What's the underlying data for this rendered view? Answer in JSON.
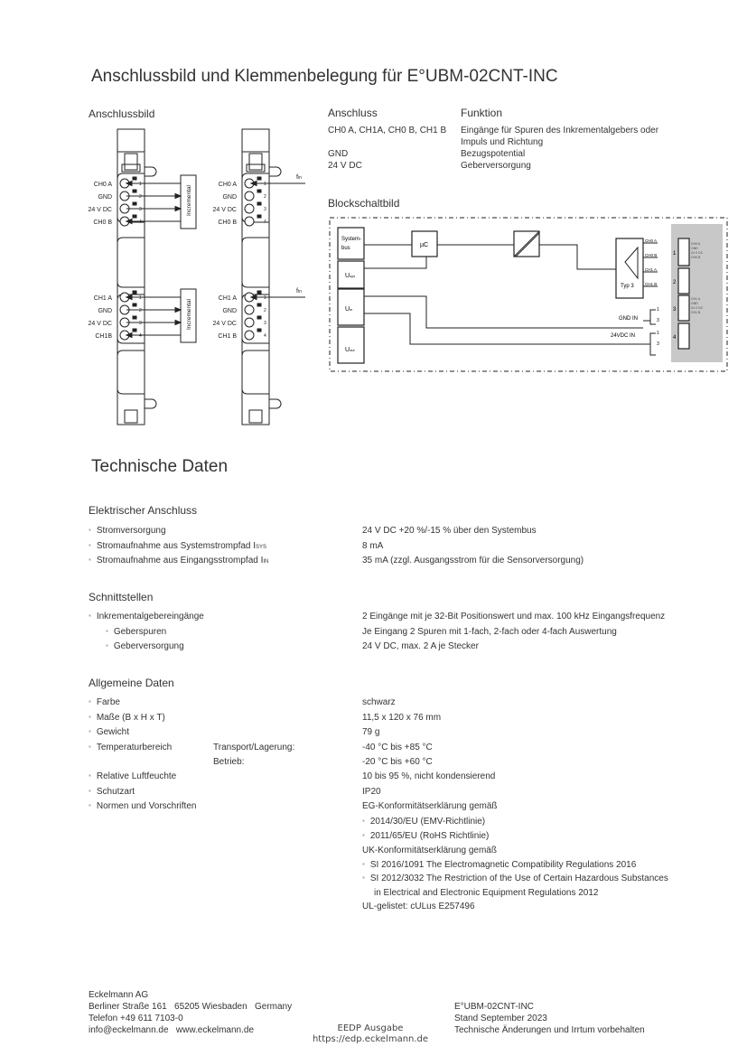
{
  "title": "Anschlussbild und Klemmenbelegung für E°UBM-02CNT-INC",
  "anschlussbild": {
    "heading": "Anschlussbild",
    "ch0_labels": [
      "CH0 A",
      "GND",
      "24 V DC",
      "CH0 B"
    ],
    "ch1_labels_left": [
      "CH1 A",
      "GND",
      "24 V DC",
      "CH1B"
    ],
    "ch1_labels_right": [
      "CH1 A",
      "GND",
      "24 V DC",
      "CH1 B"
    ],
    "pins": [
      "1",
      "2",
      "3",
      "4"
    ],
    "box_label": "Incremental",
    "fin": "f",
    "fin_sub": "in"
  },
  "pin_table": {
    "col1": "Anschluss",
    "col2": "Funktion",
    "rows": [
      {
        "a": "CH0 A, CH1A, CH0 B, CH1 B",
        "f": "Eingänge für Spuren des Inkrementalgebers oder",
        "f2": "Impuls und Richtung"
      },
      {
        "a": "GND",
        "f": "Bezugspotential"
      },
      {
        "a": "24 V DC",
        "f": "Geberversorgung"
      }
    ]
  },
  "block": {
    "heading": "Blockschaltbild",
    "systembus": "System-",
    "systembus2": "bus",
    "usys": "U",
    "usys_sub": "sys",
    "uin": "U",
    "uin_sub": "in",
    "uout": "U",
    "uout_sub": "out",
    "uc": "µC",
    "typ": "Typ 3",
    "outputs": [
      "CH0 A",
      "CH0 B",
      "CH1 A",
      "CH1 B"
    ],
    "gnd_in": "GND IN",
    "vdc_in": "24VDC IN",
    "pins13": [
      "1",
      "3"
    ],
    "slots": [
      "1",
      "2",
      "3",
      "4"
    ],
    "slot1_labels": [
      "CH0 A",
      "GND",
      "24 V DC",
      "CH0 B"
    ],
    "slot3_labels": [
      "CH1 A",
      "GND",
      "24 V DC",
      "CH1 B"
    ]
  },
  "tech": {
    "title": "Technische Daten",
    "elek": {
      "heading": "Elektrischer Anschluss",
      "rows": [
        {
          "l": "Stromversorgung",
          "v": "24 V DC +20 %/-15 % über den Systembus"
        },
        {
          "l": "Stromaufnahme aus Systemstrompfad I",
          "sub": "SYS",
          "v": "8 mA"
        },
        {
          "l": "Stromaufnahme aus Eingangsstrompfad I",
          "sub": "IN",
          "v": "35 mA (zzgl. Ausgangsstrom für die Sensorversorgung)"
        }
      ]
    },
    "schnitt": {
      "heading": "Schnittstellen",
      "rows": [
        {
          "l": "Inkrementalgebereingänge",
          "v": "2 Eingänge mit je 32-Bit Positionswert und max. 100 kHz Eingangsfrequenz"
        },
        {
          "l": "Geberspuren",
          "v": "Je Eingang 2 Spuren mit 1-fach, 2-fach oder 4-fach Auswertung"
        },
        {
          "l": "Geberversorgung",
          "v": "24 V DC, max. 2 A je Stecker"
        }
      ]
    },
    "allg": {
      "heading": "Allgemeine Daten",
      "rows": [
        {
          "l": "Farbe",
          "v": "schwarz"
        },
        {
          "l": "Maße (B x H x T)",
          "v": "11,5 x 120 x 76 mm"
        },
        {
          "l": "Gewicht",
          "v": "79 g"
        },
        {
          "l": "Temperaturbereich",
          "m": "Transport/Lagerung:",
          "v": "-40 °C bis +85 °C"
        },
        {
          "m": "Betrieb:",
          "v": "-20 °C bis +60 °C"
        },
        {
          "l": "Relative Luftfeuchte",
          "v": "10 bis 95 %, nicht kondensierend"
        },
        {
          "l": "Schutzart",
          "v": "IP20"
        },
        {
          "l": "Normen und Vorschriften",
          "v": "EG-Konformitätserklärung gemäß"
        }
      ],
      "norms": [
        "2014/30/EU (EMV-Richtlinie)",
        "2011/65/EU (RoHS Richtlinie)"
      ],
      "uk": "UK-Konformitätserklärung gemäß",
      "uk_norms": [
        "SI 2016/1091 The Electromagnetic Compatibility Regulations 2016",
        "SI 2012/3032 The Restriction of the Use of Certain Hazardous Substances"
      ],
      "uk_cont": "in Electrical and Electronic Equipment Regulations 2012",
      "ul": "UL-gelistet: cULus E257496"
    }
  },
  "footer": {
    "left": [
      "Eckelmann AG",
      "Berliner Straße 161   65205 Wiesbaden   Germany",
      "Telefon +49 611 7103-0",
      "info@eckelmann.de   www.eckelmann.de"
    ],
    "right": [
      "E°UBM-02CNT-INC",
      "Stand September 2023",
      "Technische Änderungen und Irrtum vorbehalten"
    ],
    "center": [
      "EEDP Ausgabe",
      "https://edp.eckelmann.de"
    ]
  }
}
